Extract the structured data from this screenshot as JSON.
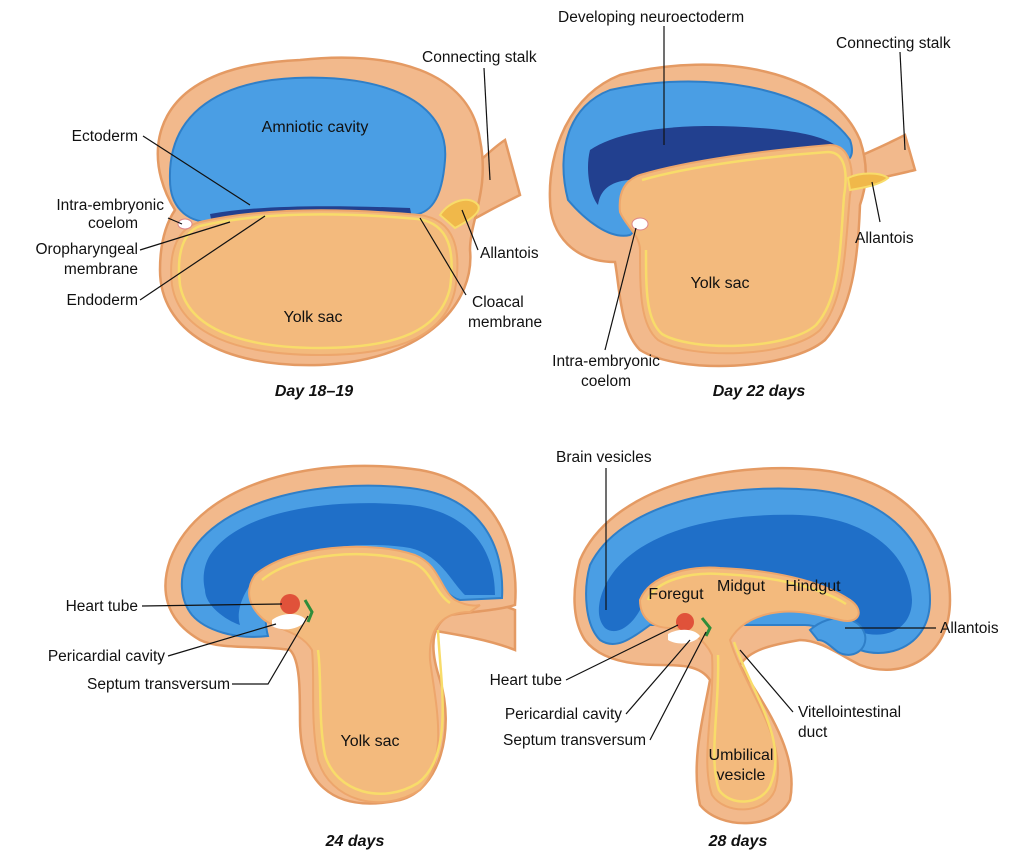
{
  "panels": {
    "p1": {
      "caption": "Day 18–19",
      "amniotic_cavity": "Amniotic cavity",
      "yolk_sac": "Yolk sac",
      "labels": {
        "ectoderm": "Ectoderm",
        "coelom_1": "Intra-embryonic",
        "coelom_2": "coelom",
        "oro_1": "Oropharyngeal",
        "oro_2": "membrane",
        "endoderm": "Endoderm",
        "stalk": "Connecting stalk",
        "allantois": "Allantois",
        "cloacal_1": "Cloacal",
        "cloacal_2": "membrane"
      }
    },
    "p2": {
      "caption": "Day 22 days",
      "yolk_sac": "Yolk sac",
      "labels": {
        "neuro": "Developing neuroectoderm",
        "stalk": "Connecting stalk",
        "allantois": "Allantois",
        "coelom_1": "Intra-embryonic",
        "coelom_2": "coelom"
      }
    },
    "p3": {
      "caption": "24 days",
      "yolk_sac": "Yolk sac",
      "labels": {
        "heart": "Heart tube",
        "pericardial": "Pericardial cavity",
        "septum": "Septum transversum"
      }
    },
    "p4": {
      "caption": "28 days",
      "labels": {
        "brain": "Brain vesicles",
        "foregut": "Foregut",
        "midgut": "Midgut",
        "hindgut": "Hindgut",
        "allantois": "Allantois",
        "heart": "Heart tube",
        "pericardial": "Pericardial cavity",
        "septum": "Septum transversum",
        "vitello_1": "Vitellointestinal",
        "vitello_2": "duct",
        "umb_1": "Umbilical",
        "umb_2": "vesicle"
      }
    }
  }
}
